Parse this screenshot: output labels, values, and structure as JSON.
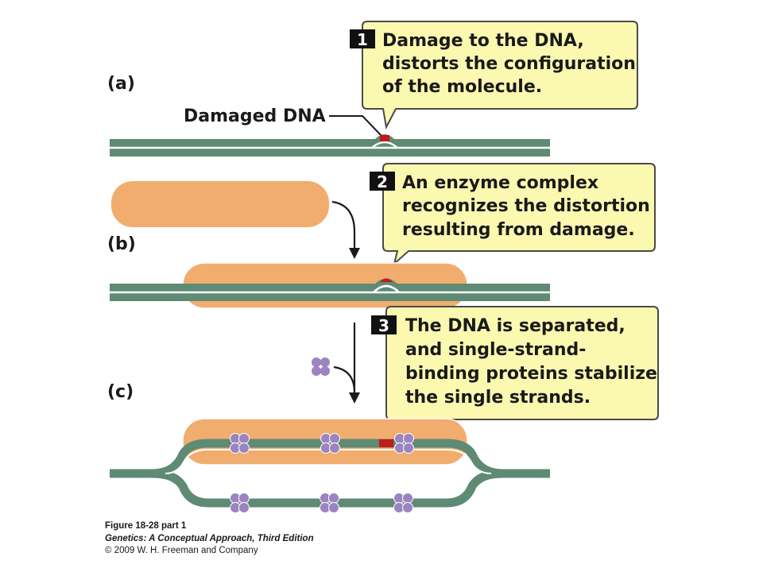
{
  "panels": {
    "a": "(a)",
    "b": "(b)",
    "c": "(c)"
  },
  "damaged_label": "Damaged DNA",
  "steps": [
    {
      "number": "1",
      "lines": [
        "Damage to the DNA,",
        "distorts the configuration",
        "of the molecule."
      ]
    },
    {
      "number": "2",
      "lines": [
        "An enzyme complex",
        "recognizes the distortion",
        "resulting from damage."
      ]
    },
    {
      "number": "3",
      "lines": [
        "The DNA is separated,",
        "and single-strand-",
        "binding proteins stabilize",
        "the single strands."
      ]
    }
  ],
  "caption": {
    "figure": "Figure 18-28 part 1",
    "book": "Genetics: A Conceptual Approach, Third Edition",
    "copyright": "© 2009 W. H. Freeman and Company"
  },
  "colors": {
    "dna": "#5f8a74",
    "damage": "#c01a1a",
    "enzyme": "#f0ad6e",
    "callout_fill": "#fbf8b0",
    "protein": "#9b84c0"
  }
}
